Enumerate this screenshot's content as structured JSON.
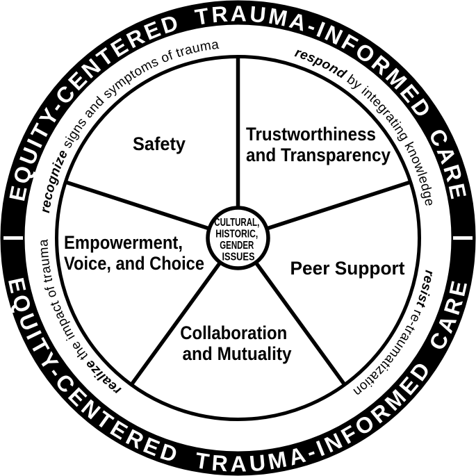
{
  "title": "Equity-Centered Trauma-Informed Care wheel",
  "colors": {
    "ink": "#000000",
    "ring_background": "#000000",
    "ring_text": "#ffffff",
    "background": "#ffffff"
  },
  "wheel": {
    "outer_ring": {
      "top_text": "EQUITY-CENTERED TRAUMA-INFORMED CARE",
      "bottom_text": "EQUITY-CENTERED TRAUMA-INFORMED CARE"
    },
    "inner_ring": {
      "phrases": [
        {
          "lead": "recognize ",
          "rest": "signs and symptoms of trauma"
        },
        {
          "lead": "respond ",
          "rest": "by integrating knowledge"
        },
        {
          "lead": "resist ",
          "rest": "re-traumatization"
        },
        {
          "lead": "realize ",
          "rest": "the impact of trauma"
        }
      ]
    },
    "segments": [
      {
        "name": "safety",
        "lines": [
          "Safety"
        ]
      },
      {
        "name": "trustworthiness-and-transparency",
        "lines": [
          "Trustworthiness",
          "and Transparency"
        ]
      },
      {
        "name": "peer-support",
        "lines": [
          "Peer Support"
        ]
      },
      {
        "name": "collaboration-and-mutuality",
        "lines": [
          "Collaboration",
          "and Mutuality"
        ]
      },
      {
        "name": "empowerment-voice-and-choice",
        "lines": [
          "Empowerment,",
          "Voice, and Choice"
        ]
      }
    ],
    "center": {
      "lines": [
        "CULTURAL,",
        "HISTORIC,",
        "GENDER",
        "ISSUES"
      ]
    }
  }
}
